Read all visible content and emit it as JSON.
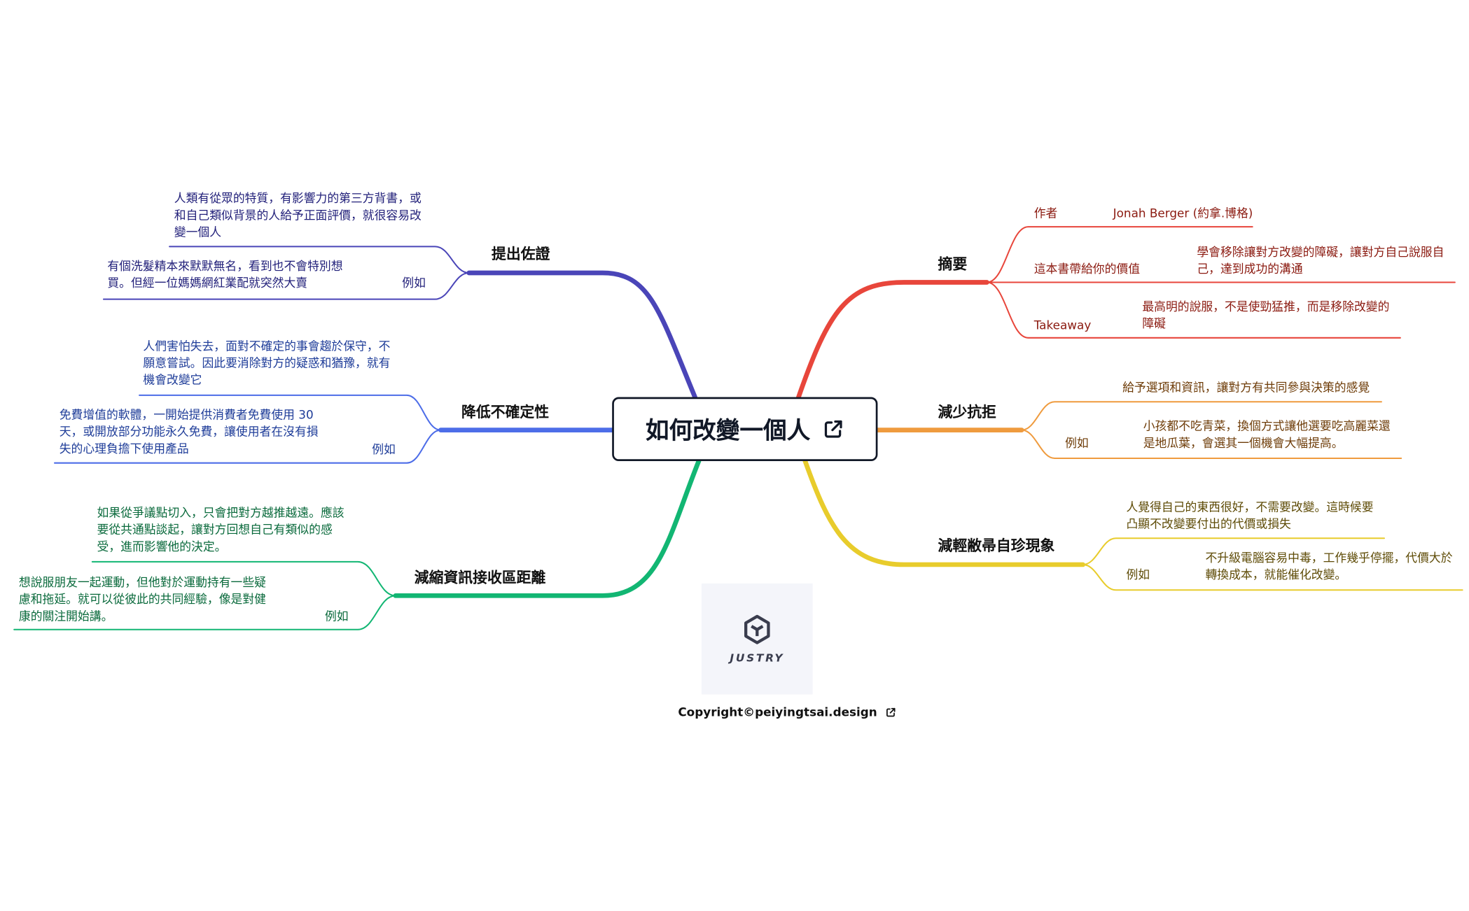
{
  "center": {
    "title": "如何改變一個人",
    "icon": "external-link-icon"
  },
  "colors": {
    "red": "#e8463b",
    "orange": "#ef9b3e",
    "yellow": "#e8cc2c",
    "green": "#12b673",
    "blue": "#4d6de8",
    "purple": "#4a45b8",
    "center_border": "#111827"
  },
  "branches": {
    "summary": {
      "label": "摘要",
      "author_key": "作者",
      "author_value": "Jonah Berger (約拿.博格)",
      "value_key": "這本書帶給你的價值",
      "value_text": "學會移除讓對方改變的障礙，讓對方自己說服自己，達到成功的溝通",
      "takeaway_key": "Takeaway",
      "takeaway_text": "最高明的說服，不是使勁猛推，而是移除改變的障礙"
    },
    "reduce_resistance": {
      "label": "減少抗拒",
      "point": "給予選項和資訊，讓對方有共同參與決策的感覺",
      "example_key": "例如",
      "example_text": "小孩都不吃青菜，換個方式讓他選要吃高麗菜還是地瓜葉，會選其一個機會大幅提高。"
    },
    "endowment": {
      "label": "減輕敝帚自珍現象",
      "point": "人覺得自己的東西很好，不需要改變。這時候要凸顯不改變要付出的代價或損失",
      "example_key": "例如",
      "example_text": "不升級電腦容易中毒，工作幾乎停擺，代價大於轉換成本，就能催化改變。"
    },
    "evidence": {
      "label": "提出佐證",
      "point": "人類有從眾的特質，有影響力的第三方背書，或和自己類似背景的人給予正面評價，就很容易改變一個人",
      "example_key": "例如",
      "example_text": "有個洗髮精本來默默無名，看到也不會特別想買。但經一位媽媽網紅業配就突然大賣"
    },
    "uncertainty": {
      "label": "降低不確定性",
      "point": "人們害怕失去，面對不確定的事會趨於保守，不願意嘗試。因此要消除對方的疑惑和猶豫，就有機會改變它",
      "example_key": "例如",
      "example_text": "免費增值的軟體，一開始提供消費者免費使用 30 天，或開放部分功能永久免費，讓使用者在沒有損失的心理負擔下使用產品"
    },
    "distance": {
      "label": "減縮資訊接收區距離",
      "point": "如果從爭議點切入，只會把對方越推越遠。應該要從共通點談起，讓對方回想自己有類似的感受，進而影響他的決定。",
      "example_key": "例如",
      "example_text": "想說服朋友一起運動，但他對於運動持有一些疑慮和拖延。就可以從彼此的共同經驗，像是對健康的關注開始講。"
    }
  },
  "logo": {
    "text": "JUSTRY",
    "icon": "justry-cube-icon"
  },
  "copyright": {
    "text": "Copyright©peiyingtsai.design",
    "icon": "external-link-icon"
  }
}
